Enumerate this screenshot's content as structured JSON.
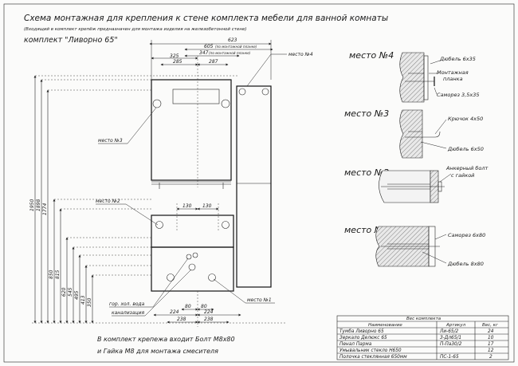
{
  "header": {
    "title": "Схема монтажная для крепления к стене комплекта мебели для ванной комнаты",
    "subtitle": "(Входящий в комплект крепёж предназначен для монтажа изделия на железобетонной стене)",
    "set_name": "комплект \"Ливорно 65\""
  },
  "front_view": {
    "top_dims": {
      "d623": "623",
      "d605": "605",
      "d605_note": "(по монтажной планке)",
      "d347": "347",
      "d347_note": "(по монтажной планке)",
      "d325": "325",
      "d285": "285",
      "d287": "287"
    },
    "mid_dims": {
      "d130a": "130",
      "d130b": "130"
    },
    "bottom_dims": {
      "d80a": "80",
      "d80b": "80",
      "d224a": "224",
      "d224b": "224",
      "d238a": "238",
      "d238b": "238"
    },
    "vertical_dims": [
      "1950",
      "1898",
      "1774",
      "850",
      "815",
      "620",
      "545",
      "495",
      "413",
      "350"
    ],
    "callouts": {
      "place4": "место №4",
      "place3": "место №3",
      "place2": "место №2",
      "place1": "место №1",
      "water": "гор. хол. вода",
      "sewer": "канализация"
    },
    "note_line1": "В комплект крепежа входит Болт М8х80",
    "note_line2": "и Гайка М8 для монтажа смесителя"
  },
  "details": {
    "p4": {
      "title": "место №4",
      "l1": "Дюбель 6х35",
      "l2a": "Монтажная",
      "l2b": "планка",
      "l3": "Саморез 3,5х35"
    },
    "p3": {
      "title": "место №3",
      "l1": "Крючок 4х50",
      "l2": "Дюбель 6х50"
    },
    "p2": {
      "title": "место №2",
      "l1a": "Анкерный болт",
      "l1b": "с гайкой"
    },
    "p1": {
      "title": "место №1",
      "l1": "Саморез 6х80",
      "l2": "Дюбель 8х80"
    }
  },
  "table": {
    "caption": "Вес комплекта",
    "headers": [
      "Наименование",
      "Артикул",
      "Вес, кг"
    ],
    "rows": [
      [
        "Тумба Ливорно 65",
        "Ли-65/2",
        "24"
      ],
      [
        "Зеркало Делюкс 65",
        "З-Дл65/1",
        "10"
      ],
      [
        "Пенал Парма",
        "П-Па30/2",
        "17"
      ],
      [
        "Умывальник стекло Н650",
        "",
        "12"
      ],
      [
        "Полочка стеклянная 650мм",
        "ПС-1-65",
        "2"
      ]
    ]
  }
}
